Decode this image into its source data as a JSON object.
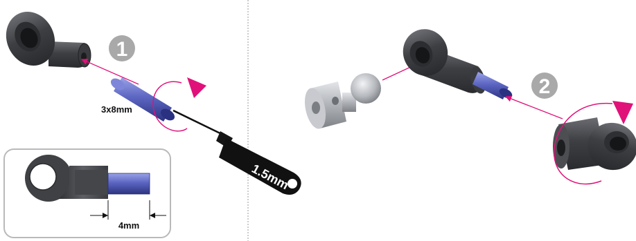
{
  "step1": {
    "number": "1",
    "pin_size": "3x8mm",
    "tool_size": "1.5mm"
  },
  "step2": {
    "number": "2"
  },
  "inset": {
    "dimension": "4mm"
  },
  "colors": {
    "accent": "#e0127a",
    "part_dark": "#4a4c50",
    "pin_blue": "#5b64b4",
    "ball_silver": "#b4b7bc",
    "badge_gray": "#a9a9a9"
  }
}
